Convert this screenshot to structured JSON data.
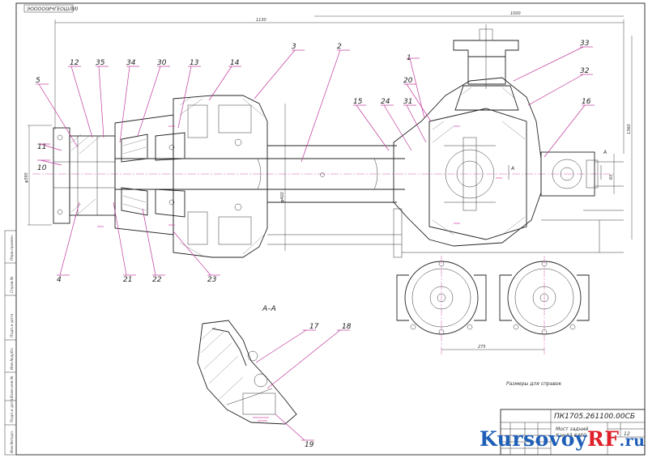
{
  "drawing": {
    "corner_stamp": "ЭОООО(ИЧГЕОШЛИ)",
    "section_title": "А–А",
    "section_marker": "А",
    "notes_text": "Размеры для справок",
    "title_block": {
      "code": "ПК1705.261100.00СБ",
      "name_line1": "Мост задний",
      "name_line2": "КамАЗ-6460",
      "sheet_number": "12"
    },
    "dimensions": {
      "overall_width": "1130",
      "top_right": "1000",
      "flange_diameter": "φ395",
      "housing_diameter": "φ400",
      "right_height": "1360",
      "axle_span": "275",
      "small_right": "65"
    },
    "left_margin_labels": [
      "Инв.№подл.",
      "Подп.и дата",
      "Взам.инв.№",
      "Инв.№дубл.",
      "Подп.и дата",
      "Справ.№",
      "Перв.примен."
    ],
    "callouts": [
      {
        "n": "1"
      },
      {
        "n": "2"
      },
      {
        "n": "3"
      },
      {
        "n": "4"
      },
      {
        "n": "5"
      },
      {
        "n": "10"
      },
      {
        "n": "11"
      },
      {
        "n": "12"
      },
      {
        "n": "13"
      },
      {
        "n": "14"
      },
      {
        "n": "15"
      },
      {
        "n": "16"
      },
      {
        "n": "17"
      },
      {
        "n": "18"
      },
      {
        "n": "19"
      },
      {
        "n": "20"
      },
      {
        "n": "21"
      },
      {
        "n": "22"
      },
      {
        "n": "23"
      },
      {
        "n": "24"
      },
      {
        "n": "30"
      },
      {
        "n": "31"
      },
      {
        "n": "32"
      },
      {
        "n": "33"
      },
      {
        "n": "34"
      },
      {
        "n": "35"
      }
    ]
  },
  "watermark": {
    "part_a": "Kursovoy",
    "part_b": "RF",
    "part_c": ".ru"
  }
}
